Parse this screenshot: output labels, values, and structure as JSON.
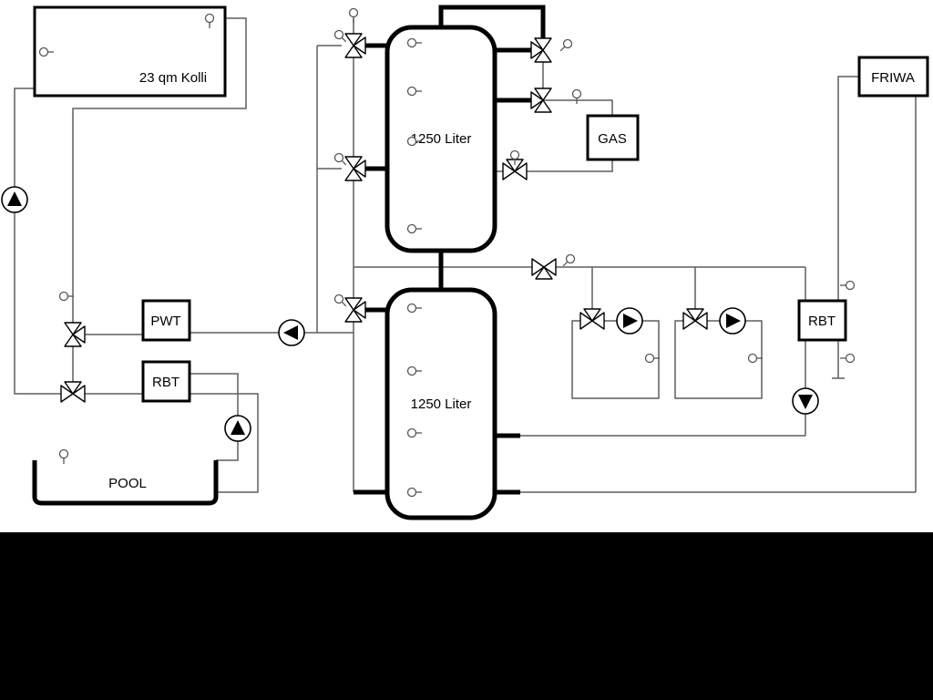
{
  "diagram": {
    "collector_label": "23 qm Kolli",
    "tank1_label": "1250 Liter",
    "tank2_label": "1250 Liter",
    "gas_label": "GAS",
    "friwa_label": "FRIWA",
    "pwt_label": "PWT",
    "rbt_left_label": "RBT",
    "rbt_right_label": "RBT",
    "pool_label": "POOL",
    "colors": {
      "pipe": "#5f5f5f",
      "thick_pipe": "#000000",
      "background": "#ffffff",
      "bottom_band": "#000000",
      "symbol_fill": "#ffffff"
    },
    "symbols": {
      "pump": "pump-icon",
      "valve": "three-way-valve-icon",
      "sensor": "sensor-icon"
    }
  }
}
